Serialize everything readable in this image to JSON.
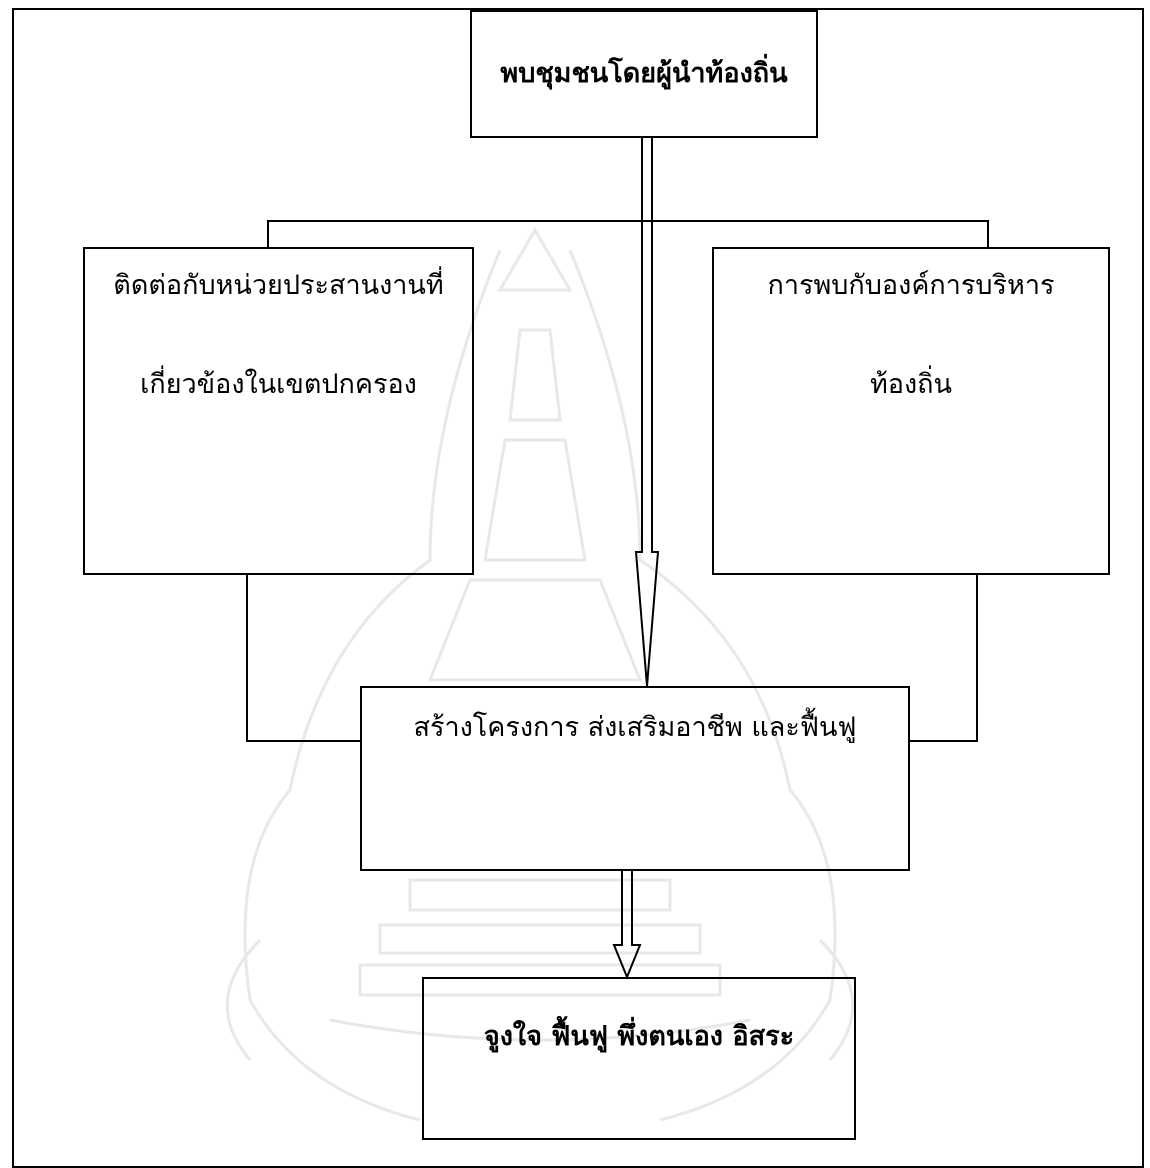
{
  "nodes": {
    "top": {
      "text": "พบชุมชนโดยผู้นำท้องถิ่น"
    },
    "left": {
      "line1": "ติดต่อกับหน่วยประสานงานที่",
      "line2": "เกี่ยวข้องในเขตปกครอง"
    },
    "right": {
      "line1": "การพบกับองค์การบริหาร",
      "line2": "ท้องถิ่น"
    },
    "middle": {
      "text": "สร้างโครงการ ส่งเสริมอาชีพ และฟื้นฟู"
    },
    "bottom": {
      "text": "จูงใจ ฟื้นฟู พึ่งตนเอง อิสระ"
    }
  },
  "colors": {
    "line": "#000000",
    "watermark": "#e6e6e6"
  }
}
